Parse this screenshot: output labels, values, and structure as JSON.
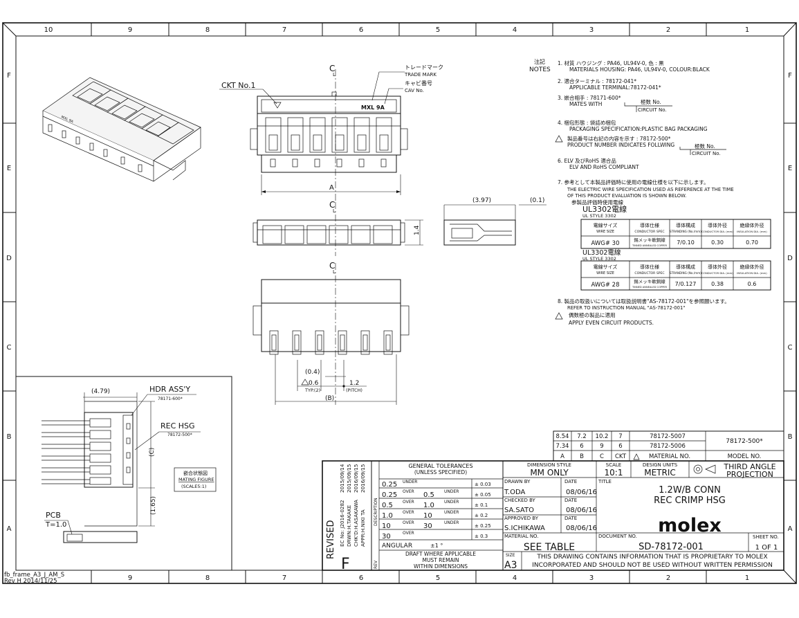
{
  "frame": {
    "cols_top": [
      "10",
      "9",
      "8",
      "7",
      "6",
      "5",
      "4",
      "3",
      "2",
      "1"
    ],
    "cols_bottom": [
      "9",
      "8",
      "7",
      "6",
      "5",
      "4",
      "3",
      "2",
      "1"
    ],
    "rows": [
      "F",
      "E",
      "D",
      "C",
      "B",
      "A"
    ],
    "form_name": "fb_frame_A3_J_AM_S",
    "form_rev": "Rev H 2014/11/25"
  },
  "callouts": {
    "ckt_no1": "CKT No.1",
    "trademark_jp": "トレードマーク",
    "trademark_en": "TRADE MARK",
    "cav_jp": "キャビ番号",
    "cav_en": "CAV No.",
    "marking": "MXL  9A",
    "centerline": "C",
    "centerline_sub": "L"
  },
  "dims": {
    "a": "A",
    "b": "(B)",
    "c": "(C)",
    "side_width": "(3.97)",
    "side_offset": "(0.1)",
    "height": "1.4",
    "d04": "(0.4)",
    "d06": "0.6",
    "d06_sub": "TYP.(2)",
    "d12": "1.2",
    "d12_sub": "(PITCH)",
    "d479": "(4.79)",
    "d165": "(1.65)"
  },
  "mating": {
    "hdr": "HDR ASS'Y",
    "hdr_pn": "78171-600*",
    "rec": "REC HSG",
    "rec_pn": "78172-500*",
    "pcb": "PCB",
    "pcb_t": "T=1.0",
    "fig_jp": "嵌合状態図",
    "fig_en": "MATING FIGURE",
    "fig_scale": "(SCALE5:1)"
  },
  "notes": {
    "head_jp": "注記",
    "head_en": "NOTES",
    "n1_jp": "1. 材質          ハウジング : PA46, UL94V-0, 色 : 黒",
    "n1_en": "MATERIALS  HOUSING: PA46, UL94V-0, COLOUR:BLACK",
    "n2_jp": "2. 適合ターミナル : 78172-041*",
    "n2_en": "APPLICABLE TERMINAL:78172-041*",
    "n3_jp": "3. 嵌合相手 : 78171-600*",
    "n3_en": "MATES WITH",
    "n3_box1": "極数 No.",
    "n3_box2": "CIRCUIT No.",
    "n4_jp": "4. 梱包形態 :   袋詰め梱包",
    "n4_en": "PACKAGING SPECIFICATION:PLASTIC BAG PACKAGING",
    "n5_jp": "製品番号は右記の内容を示す : 78172-500*",
    "n5_en": "PRODUCT NUMBER INDICATES FOLLWING",
    "n5_box1": "極数 No.",
    "n5_box2": "CIRCUIT No.",
    "n6_jp": "6. ELV 及びRoHS 適合品",
    "n6_en": "ELV AND RoHS COMPLIANT",
    "n7_jp": "7. 参考として本製品評価時に使用の電線仕様を以下に示します。",
    "n7_en1": "THE ELECTRIC WIRE SPECIFICATION USED AS REFERENCE AT THE TIME",
    "n7_en2": "OF THIS PRODUCT EVALUATION IS SHOWN BELOW.",
    "n7_jp2": "参製品評価時使用電線",
    "n8_jp": "8. 製品の取扱いについては取扱説明書\"AS-78172-001\"を参照願います。",
    "n8_en": "REFER TO INSTRUCTION MANUAL \"AS-78172-001\"",
    "n9_jp": "偶数極の製品に適用",
    "n9_en": "APPLY EVEN CIRCUIT PRODUCTS."
  },
  "wire_tables": [
    {
      "title": "UL3302電線",
      "subtitle": "UL STYLE 3302",
      "headers": [
        [
          "電線サイズ",
          "WIRE SIZE"
        ],
        [
          "導体仕様",
          "CONDUCTOR SPEC"
        ],
        [
          "導体構成",
          "STRANDING (No./mm)"
        ],
        [
          "導体外径",
          "CONDUCTOR DIA. (mm)"
        ],
        [
          "絶縁体外径",
          "INSULATION DIA. (mm)"
        ]
      ],
      "row": [
        "AWG# 30",
        "錫メッキ軟銅線",
        "7/0.10",
        "0.30",
        "0.70"
      ],
      "row_sub": "TINNED ANNEALED COPPER"
    },
    {
      "title": "UL3302電線",
      "subtitle": "UL STYLE 3302",
      "headers": [
        [
          "電線サイズ",
          "WIRE SIZE"
        ],
        [
          "導体仕様",
          "CONDUCTOR SPEC"
        ],
        [
          "導体構成",
          "STRANDING (No./mm)"
        ],
        [
          "導体外径",
          "CONDUCTOR DIA. (mm)"
        ],
        [
          "絶縁体外径",
          "INSULATION DIA. (mm)"
        ]
      ],
      "row": [
        "AWG# 28",
        "錫メッキ軟銅線",
        "7/0.127",
        "0.38",
        "0.6"
      ],
      "row_sub": "TINNED ANNEALED COPPER"
    }
  ],
  "circuit_table": {
    "rows": [
      [
        "8.54",
        "7.2",
        "10.2",
        "7",
        "78172-5007"
      ],
      [
        "7.34",
        "6",
        "9",
        "6",
        "78172-5006"
      ]
    ],
    "headers": [
      "A",
      "B",
      "C",
      "CKT",
      "MATERIAL NO."
    ],
    "model": "78172-500*",
    "model_label": "MODEL NO."
  },
  "revision": {
    "vertical_title": "REVISED",
    "letter": "F",
    "lines": [
      [
        "EC No: J2016-0282",
        "2015/09/14"
      ],
      [
        "DRWN:H.TAKAKE",
        "2015/09/15"
      ],
      [
        "CHK'D:H.ASAKAWA",
        "2016/09/15"
      ],
      [
        "APPR:H.NIKI TA",
        "2016/09/15"
      ]
    ],
    "desc": "DESCRIPTION",
    "rev": "REV"
  },
  "tolerances": {
    "title1": "GENERAL TOLERANCES",
    "title2": "(UNLESS SPECIFIED)",
    "rows": [
      [
        "0.25",
        "UNDER",
        "",
        "",
        "± 0.03"
      ],
      [
        "0.25",
        "OVER",
        "0.5",
        "UNDER",
        "± 0.05"
      ],
      [
        "0.5",
        "OVER",
        "1.0",
        "UNDER",
        "± 0.1"
      ],
      [
        "1.0",
        "OVER",
        "10",
        "UNDER",
        "± 0.2"
      ],
      [
        "10",
        "OVER",
        "30",
        "UNDER",
        "± 0.25"
      ],
      [
        "30",
        "OVER",
        "",
        "",
        "± 0.3"
      ]
    ],
    "angular": "ANGULAR",
    "angular_val": "±1   °",
    "draft1": "DRAFT WHERE APPLICABLE",
    "draft2": "MUST REMAIN",
    "draft3": "WITHIN DIMENSIONS"
  },
  "title_block": {
    "dim_style_label": "DIMENSION STYLE",
    "dim_style": "MM ONLY",
    "scale_label": "SCALE",
    "scale": "10:1",
    "units_label": "DESIGN UNITS",
    "units": "METRIC",
    "projection1": "THIRD ANGLE",
    "projection2": "PROJECTION",
    "drawn_label": "DRAWN BY",
    "drawn": "T.ODA",
    "checked_label": "CHECKED BY",
    "checked": "SA.SATO",
    "approved_label": "APPROVED BY",
    "approved": "S.ICHIKAWA",
    "date_label": "DATE",
    "date1": "08/06/16",
    "date2": "08/06/16",
    "date3": "08/06/16",
    "title_label": "TITLE",
    "title1": "1.2W/B CONN",
    "title2": "REC CRIMP HSG",
    "logo": "molex",
    "material_label": "MATERIAL NO.",
    "material": "SEE TABLE",
    "doc_label": "DOCUMENT NO.",
    "doc": "SD-78172-001",
    "sheet_label": "SHEET NO.",
    "sheet": "1  OF  1",
    "size_label": "SIZE",
    "size": "A3",
    "proprietary1": "THIS DRAWING CONTAINS INFORMATION THAT IS PROPRIETARY TO MOLEX",
    "proprietary2": "INCORPORATED AND SHOULD NOT BE USED WITHOUT WRITTEN PERMISSION"
  }
}
